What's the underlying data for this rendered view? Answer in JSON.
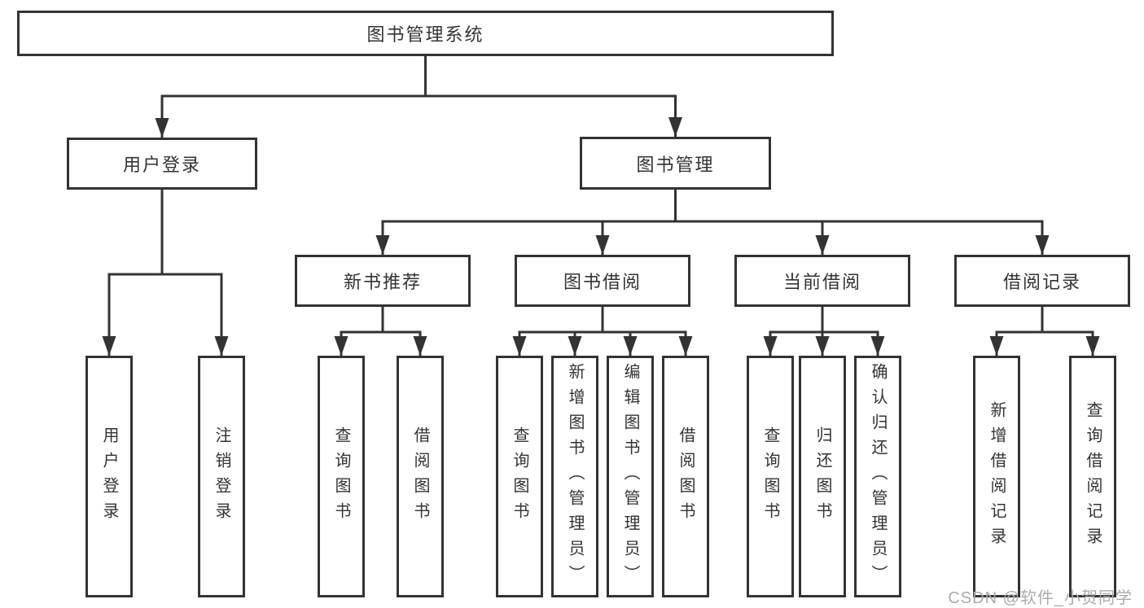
{
  "diagram": {
    "title": "图书管理系统",
    "colors": {
      "line": "#333333",
      "text": "#333333",
      "box_background": "#ffffff",
      "watermark": "#ababab"
    },
    "nodes": {
      "root": {
        "label": "图书管理系统"
      },
      "user_login": {
        "label": "用户登录"
      },
      "book_mgmt": {
        "label": "图书管理"
      },
      "new_book": {
        "label": "新书推荐"
      },
      "book_borrow": {
        "label": "图书借阅"
      },
      "current_borrow": {
        "label": "当前借阅"
      },
      "borrow_record": {
        "label": "借阅记录"
      },
      "leaf_user_login": {
        "label": "用户登录"
      },
      "leaf_logout": {
        "label": "注销登录"
      },
      "leaf_newbook_query": {
        "label": "查询图书"
      },
      "leaf_newbook_borrow": {
        "label": "借阅图书"
      },
      "leaf_borrow_query": {
        "label": "查询图书"
      },
      "leaf_borrow_add": {
        "label": "新增图书（管理员）"
      },
      "leaf_borrow_edit": {
        "label": "编辑图书（管理员）"
      },
      "leaf_borrow_borrow": {
        "label": "借阅图书"
      },
      "leaf_current_query": {
        "label": "查询图书"
      },
      "leaf_current_return": {
        "label": "归还图书"
      },
      "leaf_current_confirm": {
        "label": "确认归还（管理员）"
      },
      "leaf_record_add": {
        "label": "新增借阅记录"
      },
      "leaf_record_query": {
        "label": "查询借阅记录"
      }
    },
    "tree": {
      "图书管理系统": {
        "用户登录": [
          "用户登录",
          "注销登录"
        ],
        "图书管理": {
          "新书推荐": [
            "查询图书",
            "借阅图书"
          ],
          "图书借阅": [
            "查询图书",
            "新增图书（管理员）",
            "编辑图书（管理员）",
            "借阅图书"
          ],
          "当前借阅": [
            "查询图书",
            "归还图书",
            "确认归还（管理员）"
          ],
          "借阅记录": [
            "新增借阅记录",
            "查询借阅记录"
          ]
        }
      }
    },
    "watermark": "CSDN @软件_小贺同学"
  }
}
